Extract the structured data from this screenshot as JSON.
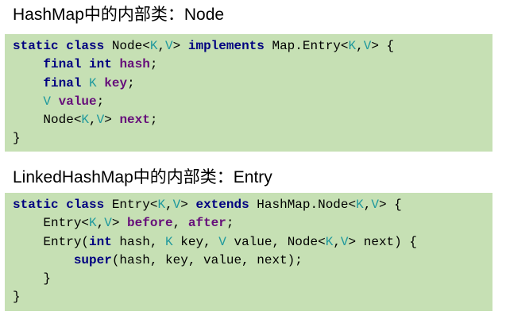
{
  "sections": [
    {
      "heading": "HashMap中的内部类：Node",
      "code_lines": [
        [
          {
            "t": "static class",
            "s": "kw"
          },
          {
            "t": " Node<",
            "s": "pl"
          },
          {
            "t": "K",
            "s": "tp"
          },
          {
            "t": ",",
            "s": "pl"
          },
          {
            "t": "V",
            "s": "tp"
          },
          {
            "t": "> ",
            "s": "pl"
          },
          {
            "t": "implements",
            "s": "kw"
          },
          {
            "t": " Map.Entry<",
            "s": "pl"
          },
          {
            "t": "K",
            "s": "tp"
          },
          {
            "t": ",",
            "s": "pl"
          },
          {
            "t": "V",
            "s": "tp"
          },
          {
            "t": "> {",
            "s": "pl"
          }
        ],
        [
          {
            "t": "    ",
            "s": "pl"
          },
          {
            "t": "final int",
            "s": "kw"
          },
          {
            "t": " ",
            "s": "pl"
          },
          {
            "t": "hash",
            "s": "id"
          },
          {
            "t": ";",
            "s": "pl"
          }
        ],
        [
          {
            "t": "    ",
            "s": "pl"
          },
          {
            "t": "final",
            "s": "kw"
          },
          {
            "t": " ",
            "s": "pl"
          },
          {
            "t": "K",
            "s": "tp"
          },
          {
            "t": " ",
            "s": "pl"
          },
          {
            "t": "key",
            "s": "id"
          },
          {
            "t": ";",
            "s": "pl"
          }
        ],
        [
          {
            "t": "    ",
            "s": "pl"
          },
          {
            "t": "V",
            "s": "tp"
          },
          {
            "t": " ",
            "s": "pl"
          },
          {
            "t": "value",
            "s": "id"
          },
          {
            "t": ";",
            "s": "pl"
          }
        ],
        [
          {
            "t": "    Node<",
            "s": "pl"
          },
          {
            "t": "K",
            "s": "tp"
          },
          {
            "t": ",",
            "s": "pl"
          },
          {
            "t": "V",
            "s": "tp"
          },
          {
            "t": "> ",
            "s": "pl"
          },
          {
            "t": "next",
            "s": "id"
          },
          {
            "t": ";",
            "s": "pl"
          }
        ],
        [
          {
            "t": "}",
            "s": "pl"
          }
        ]
      ]
    },
    {
      "heading": "LinkedHashMap中的内部类：Entry",
      "code_lines": [
        [
          {
            "t": "static class",
            "s": "kw"
          },
          {
            "t": " Entry<",
            "s": "pl"
          },
          {
            "t": "K",
            "s": "tp"
          },
          {
            "t": ",",
            "s": "pl"
          },
          {
            "t": "V",
            "s": "tp"
          },
          {
            "t": "> ",
            "s": "pl"
          },
          {
            "t": "extends",
            "s": "kw"
          },
          {
            "t": " HashMap.Node<",
            "s": "pl"
          },
          {
            "t": "K",
            "s": "tp"
          },
          {
            "t": ",",
            "s": "pl"
          },
          {
            "t": "V",
            "s": "tp"
          },
          {
            "t": "> {",
            "s": "pl"
          }
        ],
        [
          {
            "t": "    Entry<",
            "s": "pl"
          },
          {
            "t": "K",
            "s": "tp"
          },
          {
            "t": ",",
            "s": "pl"
          },
          {
            "t": "V",
            "s": "tp"
          },
          {
            "t": "> ",
            "s": "pl"
          },
          {
            "t": "before",
            "s": "id"
          },
          {
            "t": ", ",
            "s": "pl"
          },
          {
            "t": "after",
            "s": "id"
          },
          {
            "t": ";",
            "s": "pl"
          }
        ],
        [
          {
            "t": "    Entry(",
            "s": "pl"
          },
          {
            "t": "int",
            "s": "kw"
          },
          {
            "t": " hash, ",
            "s": "pl"
          },
          {
            "t": "K",
            "s": "tp"
          },
          {
            "t": " key, ",
            "s": "pl"
          },
          {
            "t": "V",
            "s": "tp"
          },
          {
            "t": " value, Node<",
            "s": "pl"
          },
          {
            "t": "K",
            "s": "tp"
          },
          {
            "t": ",",
            "s": "pl"
          },
          {
            "t": "V",
            "s": "tp"
          },
          {
            "t": "> next) {",
            "s": "pl"
          }
        ],
        [
          {
            "t": "        ",
            "s": "pl"
          },
          {
            "t": "super",
            "s": "kw"
          },
          {
            "t": "(hash, key, value, next);",
            "s": "pl"
          }
        ],
        [
          {
            "t": "    }",
            "s": "pl"
          }
        ],
        [
          {
            "t": "}",
            "s": "pl"
          }
        ]
      ]
    }
  ],
  "colors": {
    "code_background": "#c6e0b4",
    "keyword": "#000080",
    "field": "#660e7a",
    "type_parameter": "#20999d",
    "plain": "#000000"
  }
}
